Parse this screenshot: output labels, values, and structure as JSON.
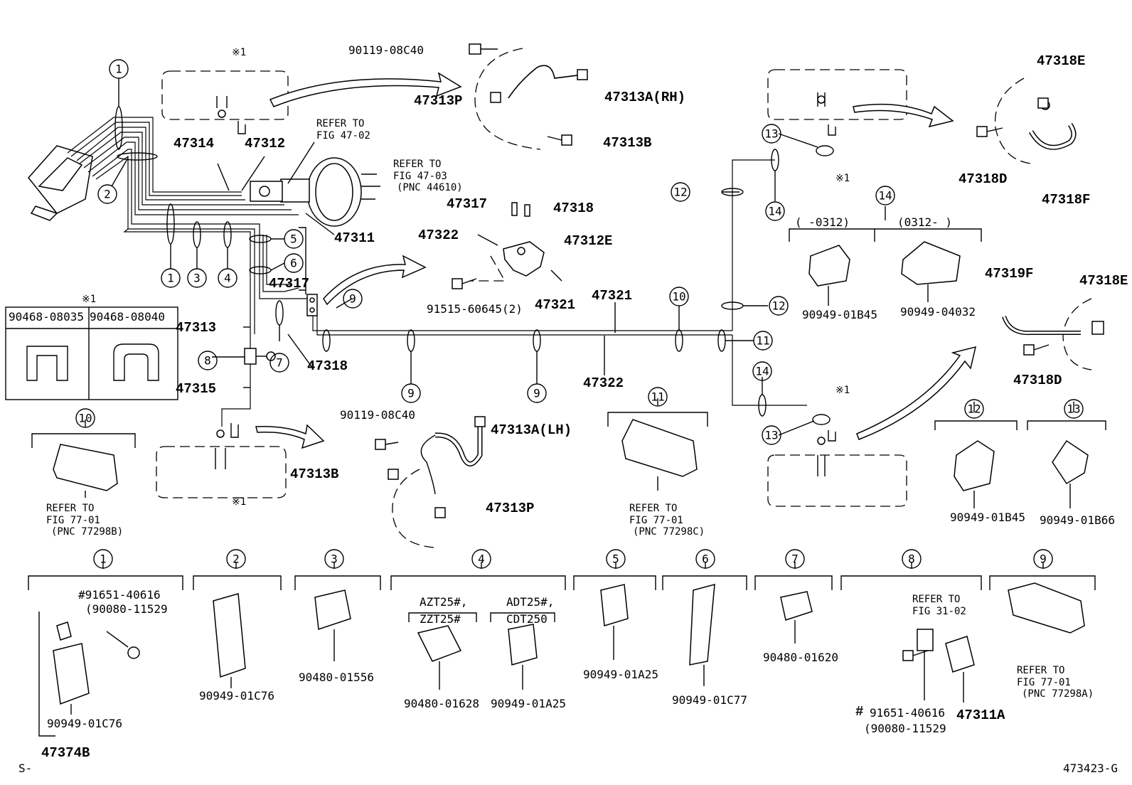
{
  "diagram_id": "473423-G",
  "corner_mark": "S-",
  "note_mark": "※1",
  "labels": {
    "p47313A_rh": "47313A(RH)",
    "p47313A_lh": "47313A(LH)",
    "p47313P": "47313P",
    "p47313B": "47313B",
    "p90119": "90119-08C40",
    "p47314": "47314",
    "p47312": "47312",
    "p47311": "47311",
    "p47317": "47317",
    "p47318": "47318",
    "p47322": "47322",
    "p47312E": "47312E",
    "p91515": "91515-60645(2)",
    "p47321": "47321",
    "p47313": "47313",
    "p47315": "47315",
    "p47318E": "47318E",
    "p47318D": "47318D",
    "p47318F": "47318F",
    "p47319F": "47319F",
    "p90468_1": "90468-08035",
    "p90468_2": "90468-08040",
    "p90949_01B45": "90949-01B45",
    "p90949_04032": "90949-04032",
    "p90949_01B66": "90949-01B66",
    "p90949_01C76": "90949-01C76",
    "p90480_01556": "90480-01556",
    "p90480_01628": "90480-01628",
    "p90949_01A25": "90949-01A25",
    "p90949_01C77": "90949-01C77",
    "p90480_01620": "90480-01620",
    "p91651": "91651-40616",
    "p90080": "(90080-11529",
    "p47311A": "47311A",
    "p47374B": "47374B",
    "hash": "#",
    "hash91651": "#91651-40616",
    "range_early": "(     -0312)",
    "range_late": "(0312-     )",
    "azt": "AZT25#,",
    "zzt": "ZZT25#",
    "adt": "ADT25#,",
    "cdt": "CDT250"
  },
  "refers": {
    "r4702": [
      "REFER TO",
      "FIG 47-02"
    ],
    "r4703": [
      "REFER TO",
      "FIG 47-03",
      "(PNC 44610)"
    ],
    "r3102": [
      "REFER TO",
      "FIG 31-02"
    ],
    "r77298B": [
      "REFER TO",
      "FIG 77-01",
      "(PNC 77298B)"
    ],
    "r77298C": [
      "REFER TO",
      "FIG 77-01",
      "(PNC 77298C)"
    ],
    "r77298A": [
      "REFER TO",
      "FIG 77-01",
      "(PNC 77298A)"
    ]
  },
  "callouts": [
    "1",
    "2",
    "3",
    "4",
    "5",
    "6",
    "7",
    "8",
    "9",
    "10",
    "11",
    "12",
    "13",
    "14"
  ]
}
